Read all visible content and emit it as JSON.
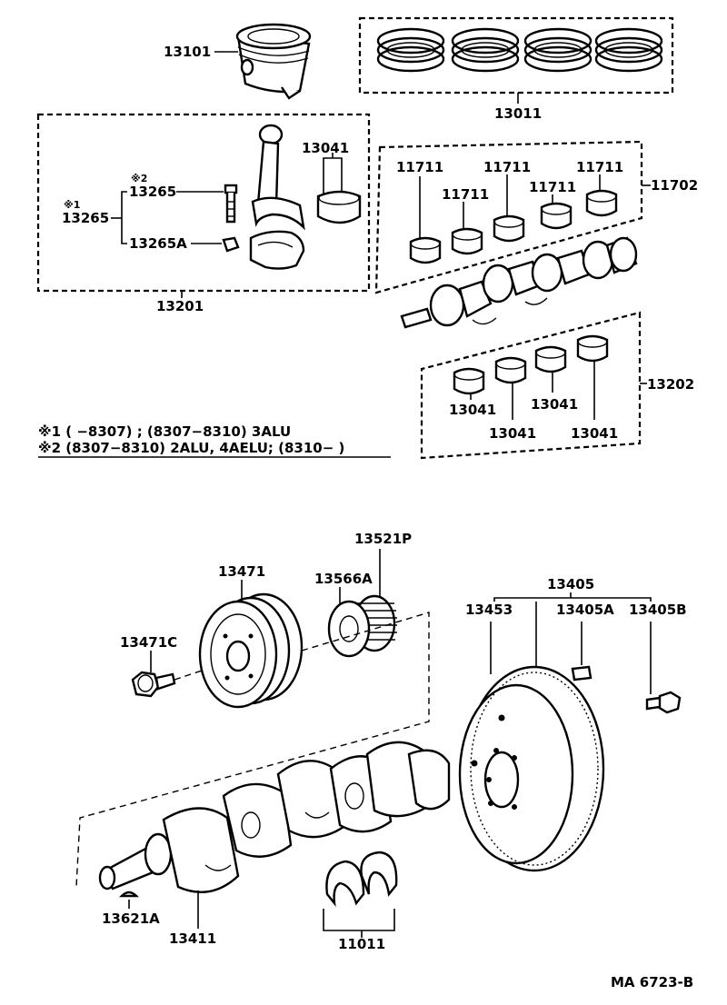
{
  "labels": {
    "p13101": "13101",
    "p13011": "13011",
    "p13041_rod": "13041",
    "p13265_note2": "※2",
    "p13265_top": "13265",
    "p13265_note1": "※1",
    "p13265_left": "13265",
    "p13265A": "13265A",
    "p13201": "13201",
    "p11711_a": "11711",
    "p11711_b": "11711",
    "p11711_c": "11711",
    "p11711_d": "11711",
    "p11711_e": "11711",
    "p11702": "11702",
    "p13202": "13202",
    "p13041_a": "13041",
    "p13041_b": "13041",
    "p13041_c": "13041",
    "p13041_d": "13041",
    "p13521P": "13521P",
    "p13471": "13471",
    "p13566A": "13566A",
    "p13471C": "13471C",
    "p13405": "13405",
    "p13453": "13453",
    "p13405A": "13405A",
    "p13405B": "13405B",
    "p13621A": "13621A",
    "p13411": "13411",
    "p11011": "11011"
  },
  "notes": {
    "note1": "※1 (      −8307) ; (8307−8310) 3ALU",
    "note2": "※2 (8307−8310) 2ALU, 4AELU; (8310−           )"
  },
  "footer": {
    "code": "MA 6723-B"
  }
}
